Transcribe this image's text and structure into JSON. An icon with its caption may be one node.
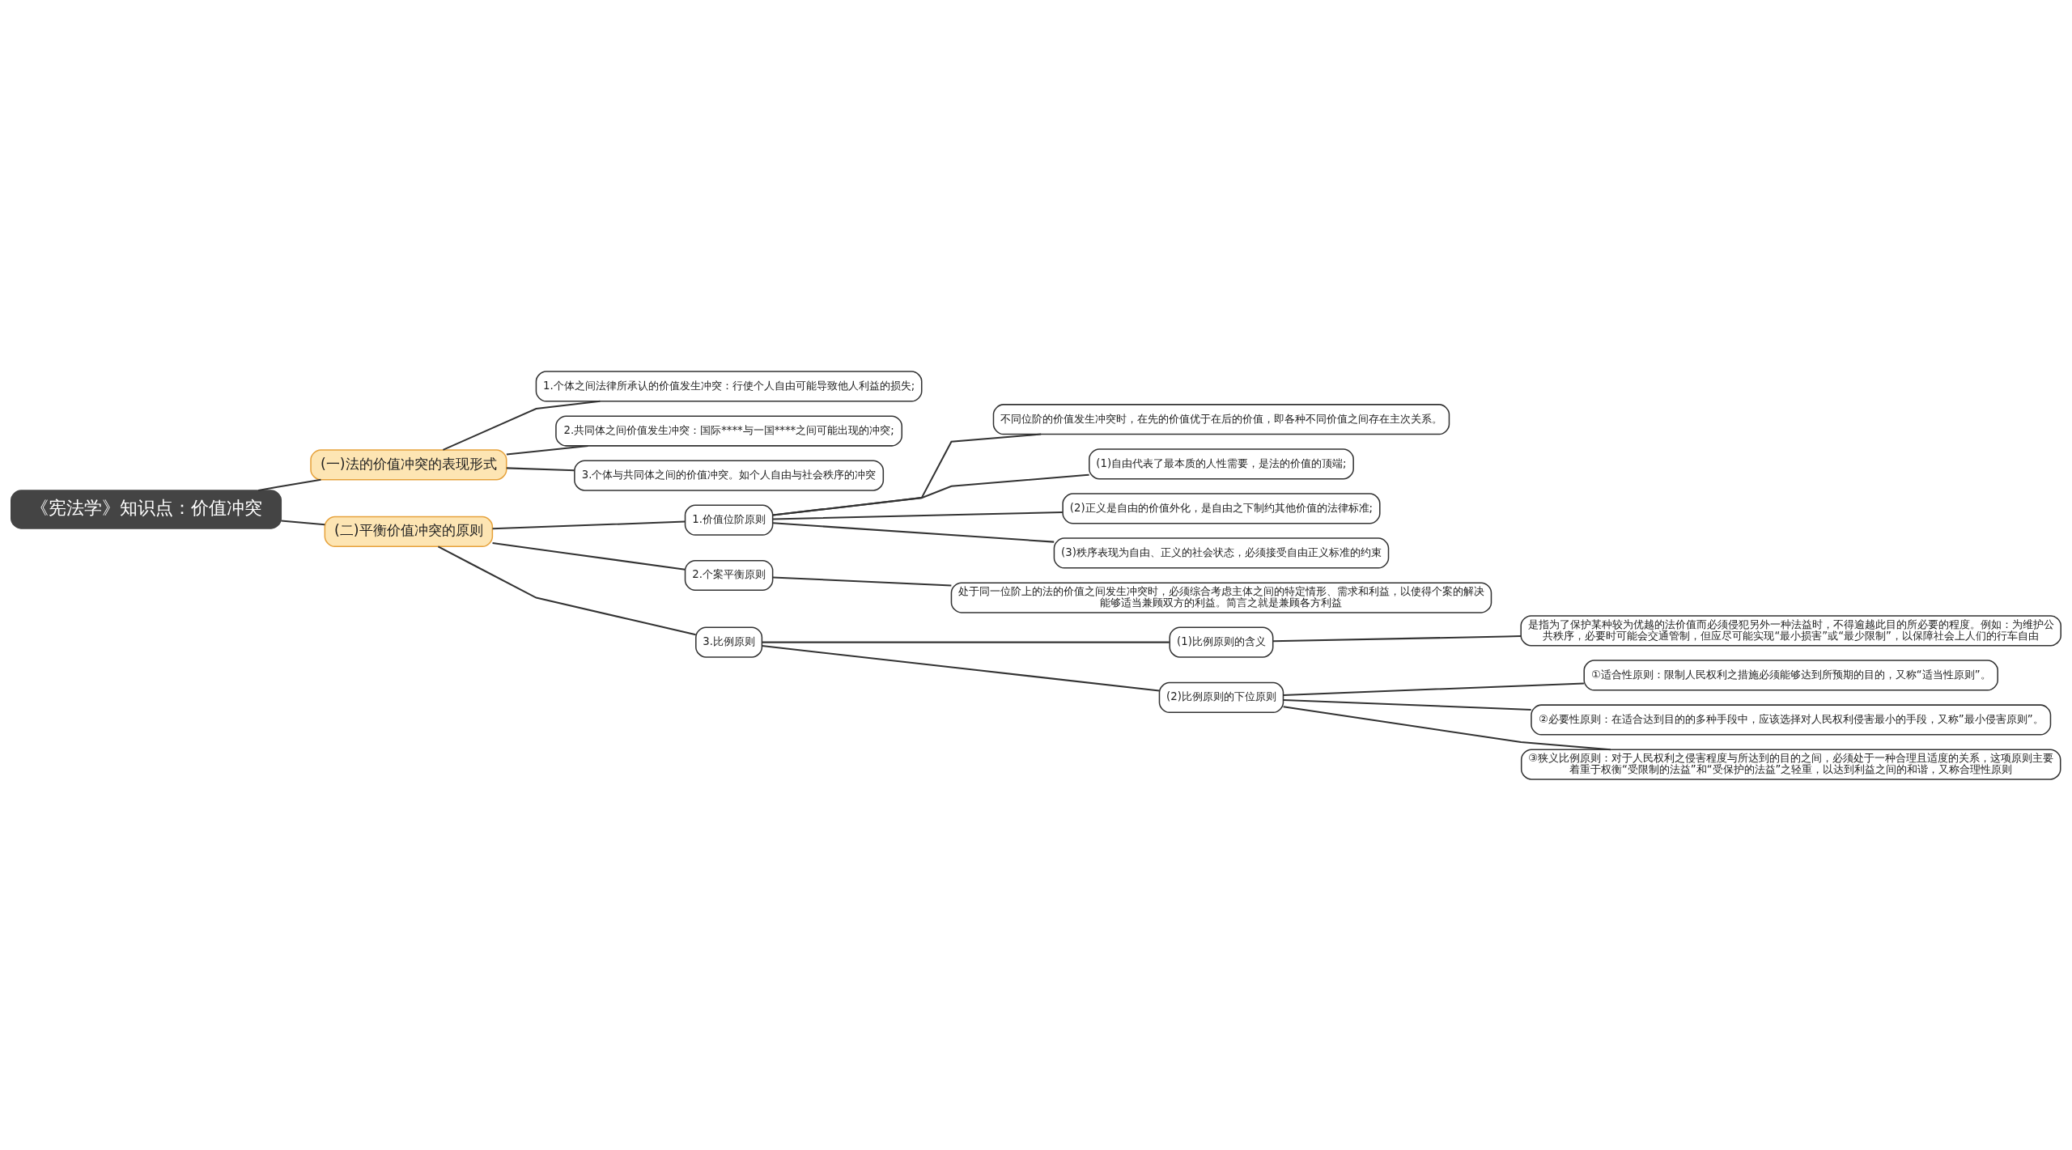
{
  "diagram": {
    "nodes": [
      {
        "text": [
          "《宪法学》知识点：价值冲突"
        ]
      },
      {
        "text": [
          "(一)法的价值冲突的表现形式"
        ]
      },
      {
        "text": [
          "1.个体之间法律所承认的价值发生冲突：行使个人自由可能导致他人利益的损失;"
        ]
      },
      {
        "text": [
          "2.共同体之间价值发生冲突：国际****与一国****之间可能出现的冲突;"
        ]
      },
      {
        "text": [
          "3.个体与共同体之间的价值冲突。如个人自由与社会秩序的冲突"
        ]
      },
      {
        "text": [
          "(二)平衡价值冲突的原则"
        ]
      },
      {
        "text": [
          "1.价值位阶原则"
        ]
      },
      {
        "text": [
          "不同位阶的价值发生冲突时，在先的价值优于在后的价值，即各种不同价值之间存在主次关系。"
        ]
      },
      {
        "text": [
          "(1)自由代表了最本质的人性需要，是法的价值的顶端;"
        ]
      },
      {
        "text": [
          "(2)正义是自由的价值外化，是自由之下制约其他价值的法律标准;"
        ]
      },
      {
        "text": [
          "(3)秩序表现为自由、正义的社会状态，必须接受自由正义标准的约束"
        ]
      },
      {
        "text": [
          "2.个案平衡原则"
        ]
      },
      {
        "text": [
          "处于同一位阶上的法的价值之间发生冲突时，必须综合考虑主体之间的特定情形、需求和利益，以使得个案的解决能够适当兼顾双方的利益。简言之就是兼顾各方利益"
        ]
      },
      {
        "text": [
          "3.比例原则"
        ]
      },
      {
        "text": [
          "(1)比例原则的含义"
        ]
      },
      {
        "text": [
          "是指为了保护某种较为优越的法价值而必须侵犯另外一种法益时，不得逾越此目的所必要的程度。例如：为维护公共秩序，必要时可能会交通管制，但应尽可能实现“最小损害”或“最少限制”，以保障社会上人们的行车自由"
        ]
      },
      {
        "text": [
          "(2)比例原则的下位原则"
        ]
      },
      {
        "text": [
          "①适合性原则：限制人民权利之措施必须能够达到所预期的目的，又称“适当性原则”。"
        ]
      },
      {
        "text": [
          "②必要性原则：在适合达到目的的多种手段中，应该选择对人民权利侵害最小的手段，又称”最小侵害原则”。"
        ]
      },
      {
        "text": [
          "③狭义比例原则：对于人民权利之侵害程度与所达到的目的之间，必须处于一种合理且适度的关系，这项原则主要着重于权衡“受限制的法益”和“受保护的法益”之轻重，以达到利益之间的和谐，又称合理性原则"
        ]
      }
    ],
    "edges": [
      {
        "from": 0,
        "to": 1,
        "arrow": "none"
      },
      {
        "from": 1,
        "to": 2,
        "arrow": "none"
      },
      {
        "from": 1,
        "to": 3,
        "arrow": "none"
      },
      {
        "from": 1,
        "to": 4,
        "arrow": "none"
      },
      {
        "from": 0,
        "to": 5,
        "arrow": "none"
      },
      {
        "from": 5,
        "to": 6,
        "arrow": "none"
      },
      {
        "from": 6,
        "to": 7,
        "arrow": "none"
      },
      {
        "from": 6,
        "to": 8,
        "arrow": "none"
      },
      {
        "from": 6,
        "to": 9,
        "arrow": "none"
      },
      {
        "from": 6,
        "to": 10,
        "arrow": "none"
      },
      {
        "from": 5,
        "to": 11,
        "arrow": "none"
      },
      {
        "from": 11,
        "to": 12,
        "arrow": "none"
      },
      {
        "from": 5,
        "to": 13,
        "arrow": "none"
      },
      {
        "from": 13,
        "to": 14,
        "arrow": "none"
      },
      {
        "from": 14,
        "to": 15,
        "arrow": "none"
      },
      {
        "from": 13,
        "to": 16,
        "arrow": "none"
      },
      {
        "from": 16,
        "to": 17,
        "arrow": "none"
      },
      {
        "from": 16,
        "to": 18,
        "arrow": "none"
      },
      {
        "from": 16,
        "to": 19,
        "arrow": "none"
      }
    ]
  }
}
